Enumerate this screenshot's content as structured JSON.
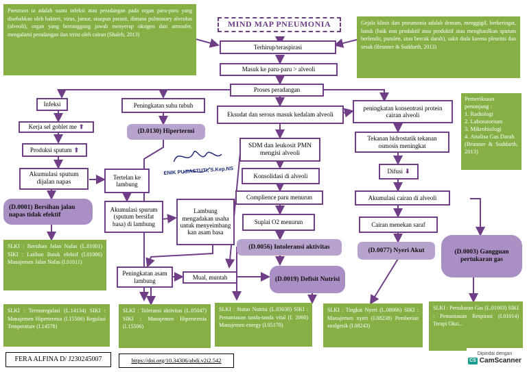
{
  "title": "MIND MAP PNEUMONIA",
  "definition": "Pneumon ia adalah suatu infeksi atau peradangan pada organ paru-paru yang disebabkan oleh bakteri, virus, jamur, ataupun parasit, dimana pulmonary alveolus (alveoli), organ yang bertanggung jawab menyerap oksigen dari atmosfer, mengalami peradangan dan terisi oleh cairan (Shaleh, 2013)",
  "clinical_signs": "Gejala klinis dari pneumonia adalah demam, menggigil, berkeringat, batuk (baik non produktif atau produktif atau menghasilkan sputum berlendir, purulen, atau bercak darah), sakit dada karena pleuritis dan sesak (Brunner & Suddarth, 2013)",
  "investigations": {
    "heading": "Pemeriksaan penunjang :",
    "items": [
      "Radiologi",
      "Laboratorium",
      "Mikrobiologi",
      "Analisa Gas Darah"
    ],
    "source": "(Brunner & Suddarth, 2013)"
  },
  "nodes": {
    "terhirup": "Terhirup/teraspirasi",
    "masuk": "Masuk ke paru-paru > alveoli",
    "proses": "Proses peradangan",
    "infeksi": "Infeksi",
    "kerja_sel": "Kerja sel goblet me",
    "produksi": "Produksi sputum",
    "akumulasi_sputum": "Akumulasi sputum dijalan napas",
    "peningkatan_suhu": "Peningkatan suhu tubuh",
    "tertelan": "Tertelan ke lambung",
    "akumulasi_lambung": "Akumulasi spurum (sputum bersifat basa) di lambung",
    "lambung_usaha": "Lambung mengadakan usaha untuk menyeimbang kan asam basa",
    "peningkatan_asam": "Peningkatan asam lambung",
    "mual": "Mual, muntah",
    "eksudat": "Eksudat dan serous masuk kedalam alveoli",
    "sdm": "SDM dan leukosit PMN mengisi alveoli",
    "konsolidasi": "Konsolidasi di alveoli",
    "complience": "Complience paru menurun",
    "suplai": "Suplai O2 menurun",
    "protein": "peningkatan konsentrasi protein cairan alveoli",
    "tekanan": "Tekanan hidrostatik tekanan osmosis meningkat",
    "difusi": "Difusi",
    "akumulasi_cairan": "Akumulasi cairan di alveoli",
    "cairan_saraf": "Cairan menekan saraf",
    "up_arrow": "⬆",
    "down_arrow": "⬇"
  },
  "diagnoses": {
    "d0001": "(D.0001) Bersihan jalan napas tidak efektif",
    "d0130": "(D.0130) Hipertermi",
    "d0056": "(D.0056) Intoleransi aktivitas",
    "d0019": "(D.0019) Defisit Nutrisi",
    "d0077": "(D.0077) Nyeri Akut",
    "d0003": "(D.0003) Gangguan pertukaran gas"
  },
  "outcomes": {
    "o1": "SLKI : Bersihan Jalan Nafas (L.01001) SIKI : Latihan Batuk efektif (I.01006) Manajemen Jalan Nafas (I.01011)",
    "o2": "SLKI : Termoregulasi (L.14134) SIKI : Manajemen Hipertermia (I.15506) Regulasi Temperature (I.14578)",
    "o3": "SLKI : Toleransi aktivitas (L.05047) SIKI : Manajemen Hipertermia (I.15506)",
    "o4": "SLKI : Status Nutrisi (L.03030) SIKI : Pemantauan tanda-tanda vital (I. 2060) Manajemen energy (I.05178)",
    "o5": "SLKI : Tingkat Nyeri (L.08066) SIKI : Manajemen nyeri (I.08238) Pemberian analgesik (I.08243)",
    "o6": "SLKI : Pertukaran Gas (L.01003) SIKI : Pemantauan Respirasi (I.01014) Terapi Oksi..."
  },
  "author": "FERA ALFINA D/ J230245007",
  "doi": "https://doi.org/10.34306/abdi.v2i2.542",
  "stamp": "ENIK PUJIASTUTI, S.Kep.NS",
  "scanner": {
    "label": "Dipindai dengan",
    "brand": "CamScanner",
    "logo": "CS"
  },
  "colors": {
    "purple": "#6f3e87",
    "green": "#86b045",
    "lavender": "#b7a3cd"
  }
}
